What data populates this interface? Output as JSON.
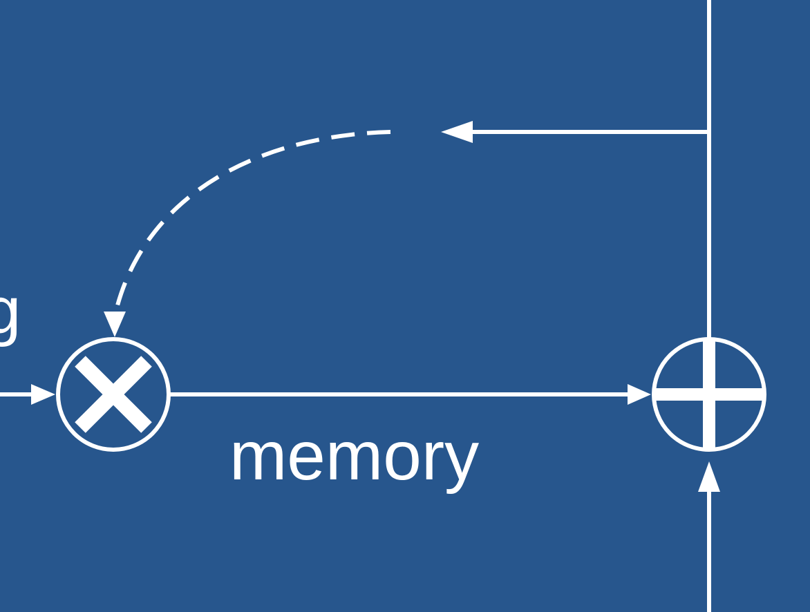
{
  "diagram": {
    "background_color": "#27568d",
    "stroke_color": "#ffffff",
    "labels": {
      "memory": "memory",
      "cut_off_left": "g"
    },
    "nodes": [
      {
        "id": "multiply",
        "symbol": "×",
        "icon": "multiply-circle-icon"
      },
      {
        "id": "add",
        "symbol": "+",
        "icon": "plus-circle-icon"
      }
    ],
    "edges": [
      {
        "from": "left-input",
        "to": "multiply",
        "style": "solid"
      },
      {
        "from": "multiply",
        "to": "add",
        "style": "solid"
      },
      {
        "from": "bottom-input",
        "to": "add",
        "style": "solid"
      },
      {
        "from": "add",
        "to": "top-output",
        "style": "solid"
      },
      {
        "from": "vertical-line",
        "to": "feedback-branch",
        "style": "solid"
      },
      {
        "from": "feedback-branch",
        "to": "multiply",
        "style": "dashed"
      }
    ]
  }
}
